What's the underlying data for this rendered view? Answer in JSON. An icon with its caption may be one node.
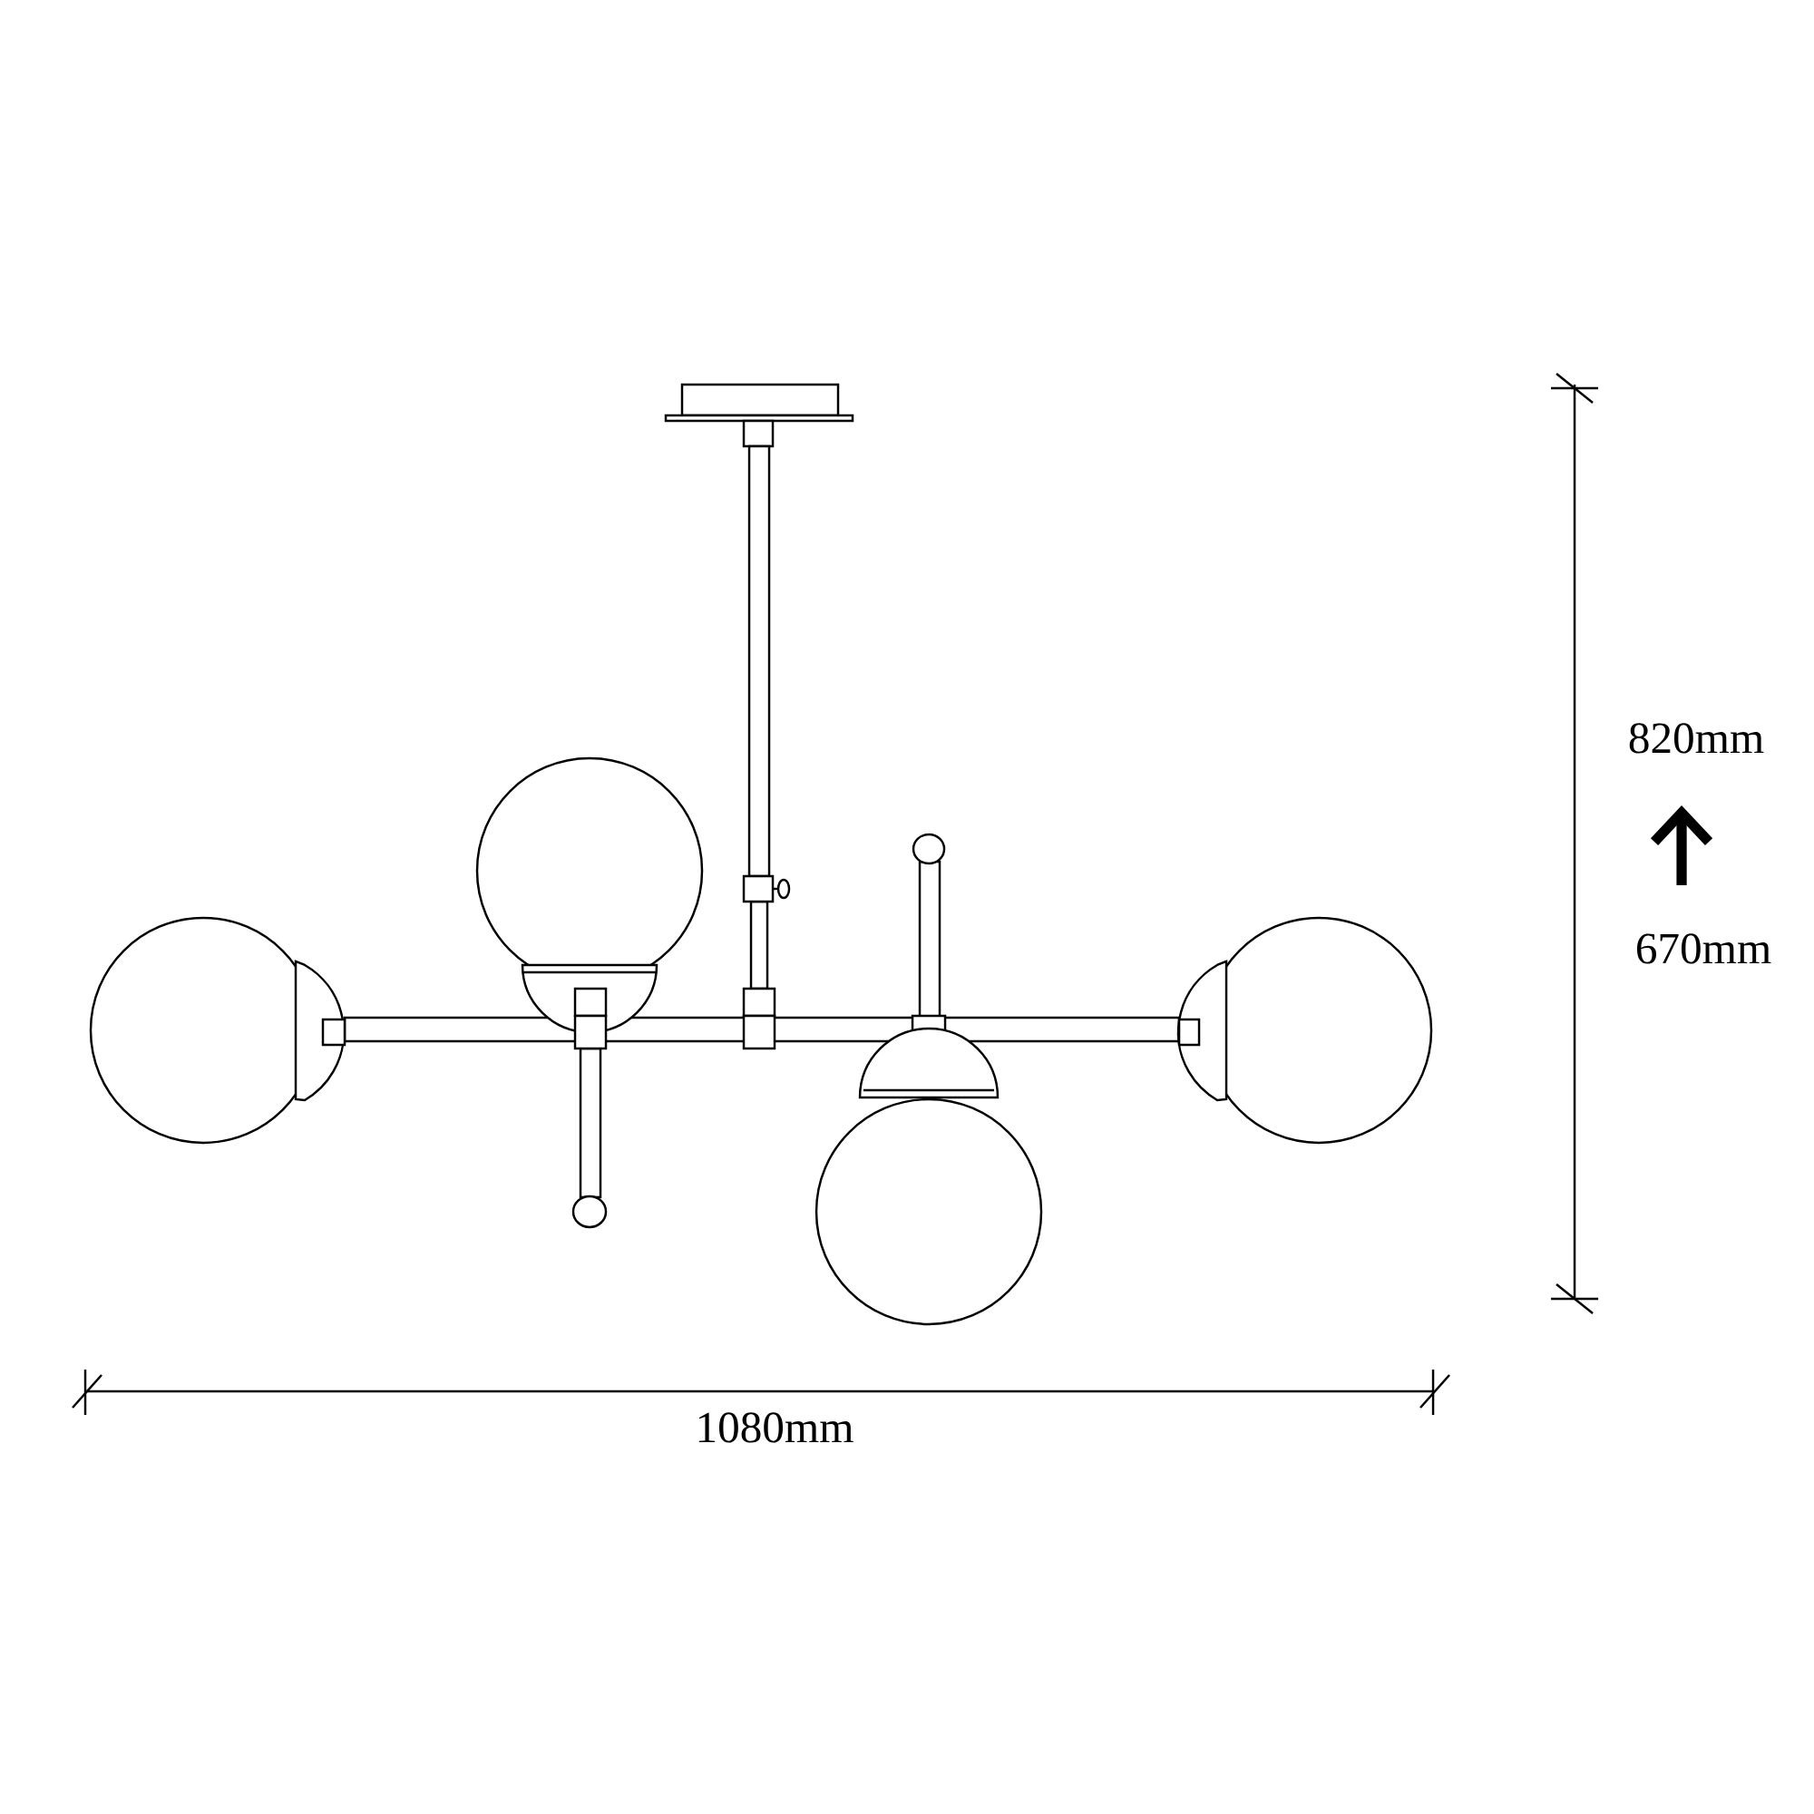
{
  "diagram": {
    "labels": [
      "820mm",
      "670mm",
      "1080mm"
    ]
  }
}
